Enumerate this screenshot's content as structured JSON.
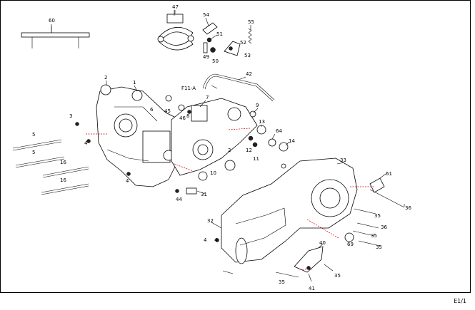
{
  "sheet_label": "E1/1",
  "reference_label": "F11-A",
  "callouts": [
    "60",
    "47",
    "54",
    "51",
    "55",
    "52",
    "53",
    "49",
    "50",
    "42",
    "2",
    "1",
    "7",
    "6",
    "45",
    "46",
    "8",
    "9",
    "13",
    "64",
    "14",
    "3",
    "5",
    "5",
    "4",
    "12",
    "11",
    "16",
    "16",
    "4",
    "2",
    "10",
    "44",
    "31",
    "4",
    "33",
    "61",
    "36",
    "35",
    "36",
    "35",
    "35",
    "32",
    "4",
    "40",
    "69",
    "35",
    "35",
    "41"
  ]
}
